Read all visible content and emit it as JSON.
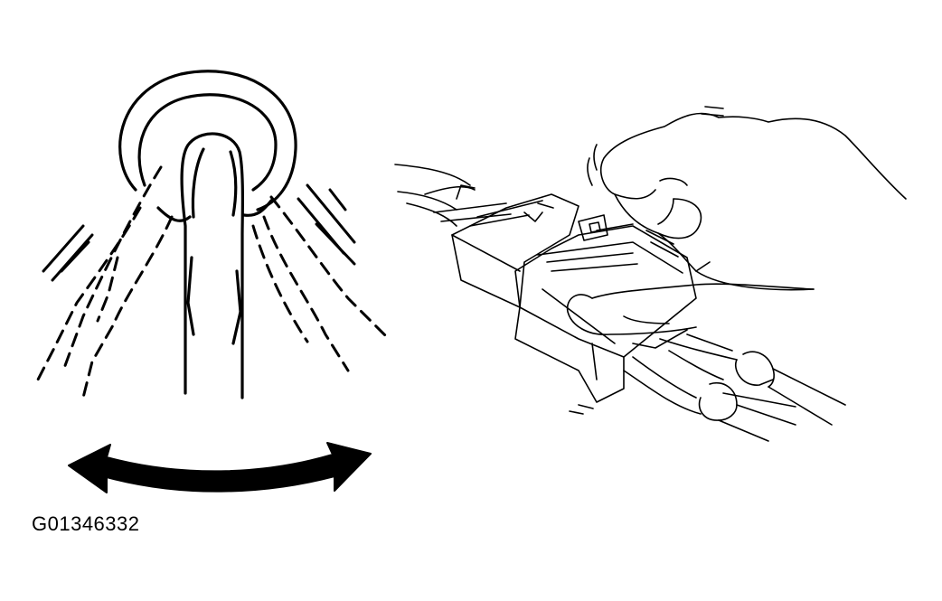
{
  "figure": {
    "id_label": "G01346332"
  },
  "colors": {
    "ink": "#000000",
    "background": "#ffffff"
  },
  "icons": {
    "left_panel": "wiggling-wire-harness-illustration",
    "motion_indicator": "double-headed-curved-arrow-icon",
    "right_panel": "hand-pressing-connector-illustration"
  }
}
